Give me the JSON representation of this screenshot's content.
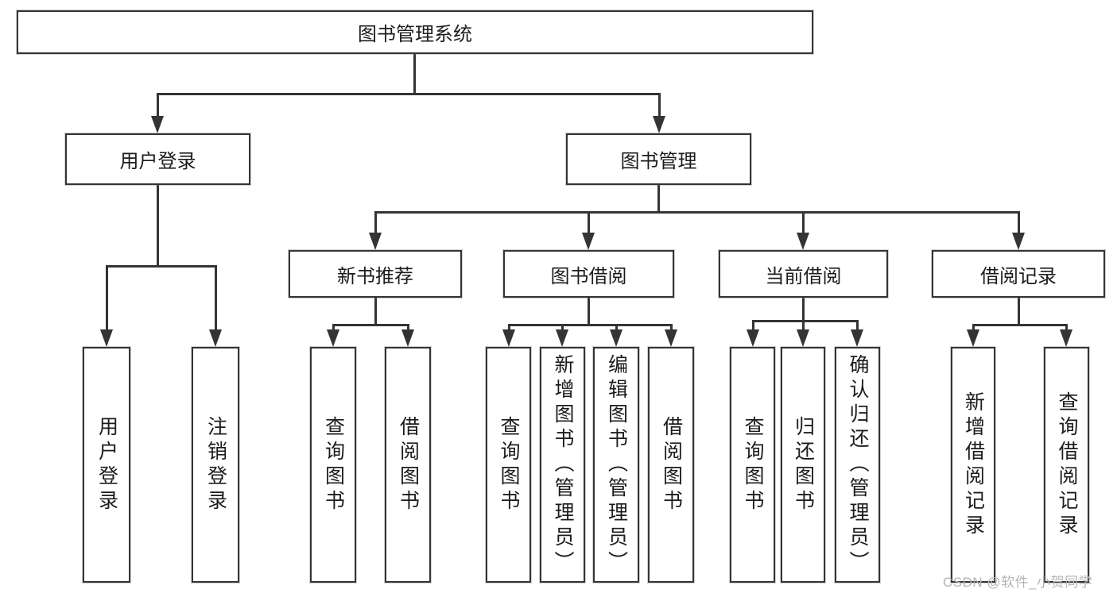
{
  "diagram": {
    "title": "图书管理系统",
    "type": "hierarchy-tree",
    "colors": {
      "line": "#343434",
      "box_border": "#343434",
      "box_background": "#ffffff",
      "text": "#1c1c1c",
      "watermark": "#b4b4b4",
      "page_background": "#ffffff"
    },
    "watermark": "CSDN @软件_小贺同学"
  },
  "tree": {
    "label": "图书管理系统",
    "children": [
      {
        "label": "用户登录",
        "children": [
          {
            "label": "用户登录"
          },
          {
            "label": "注销登录"
          }
        ]
      },
      {
        "label": "图书管理",
        "children": [
          {
            "label": "新书推荐",
            "children": [
              {
                "label": "查询图书"
              },
              {
                "label": "借阅图书"
              }
            ]
          },
          {
            "label": "图书借阅",
            "children": [
              {
                "label": "查询图书"
              },
              {
                "label": "新增图书（管理员）"
              },
              {
                "label": "编辑图书（管理员）"
              },
              {
                "label": "借阅图书"
              }
            ]
          },
          {
            "label": "当前借阅",
            "children": [
              {
                "label": "查询图书"
              },
              {
                "label": "归还图书"
              },
              {
                "label": "确认归还（管理员）"
              }
            ]
          },
          {
            "label": "借阅记录",
            "children": [
              {
                "label": "新增借阅记录"
              },
              {
                "label": "查询借阅记录"
              }
            ]
          }
        ]
      }
    ]
  }
}
